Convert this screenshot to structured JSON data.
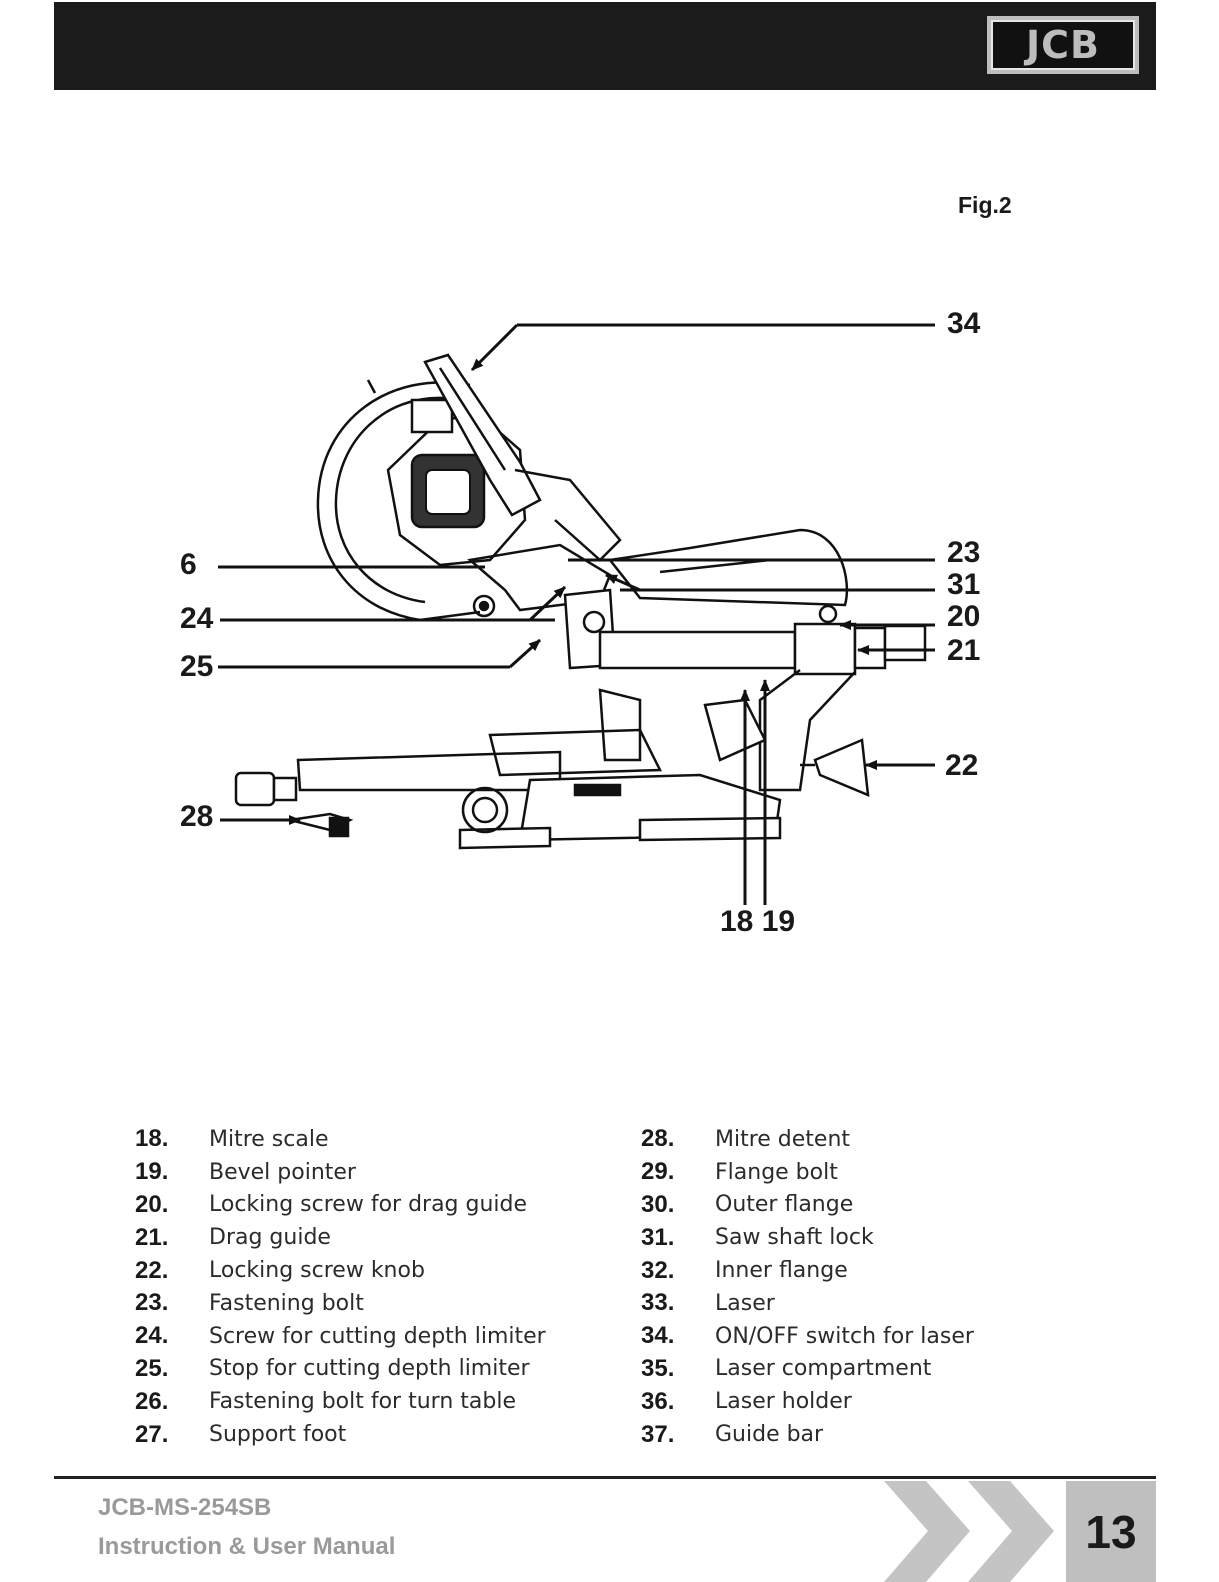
{
  "header": {
    "logo_text": "JCB",
    "bar_color": "#1b1b1b"
  },
  "figure": {
    "label": "Fig.2",
    "callouts": {
      "c34": "34",
      "c6": "6",
      "c24": "24",
      "c25": "25",
      "c23": "23",
      "c31": "31",
      "c20": "20",
      "c21": "21",
      "c22": "22",
      "c28": "28",
      "c18_19": "18 19"
    }
  },
  "legend": {
    "left": [
      {
        "num": "18.",
        "text": "Mitre scale"
      },
      {
        "num": "19.",
        "text": "Bevel pointer"
      },
      {
        "num": "20.",
        "text": "Locking screw for drag guide"
      },
      {
        "num": "21.",
        "text": "Drag guide"
      },
      {
        "num": "22.",
        "text": "Locking screw knob"
      },
      {
        "num": "23.",
        "text": "Fastening bolt"
      },
      {
        "num": "24.",
        "text": "Screw for cutting depth limiter"
      },
      {
        "num": "25.",
        "text": "Stop for cutting depth limiter"
      },
      {
        "num": "26.",
        "text": "Fastening bolt for turn table"
      },
      {
        "num": "27.",
        "text": "Support foot"
      }
    ],
    "right": [
      {
        "num": "28.",
        "text": "Mitre detent"
      },
      {
        "num": "29.",
        "text": "Flange bolt"
      },
      {
        "num": "30.",
        "text": "Outer flange"
      },
      {
        "num": "31.",
        "text": "Saw shaft lock"
      },
      {
        "num": "32.",
        "text": "Inner flange"
      },
      {
        "num": "33.",
        "text": "Laser"
      },
      {
        "num": "34.",
        "text": "ON/OFF switch for laser"
      },
      {
        "num": "35.",
        "text": "Laser compartment"
      },
      {
        "num": "36.",
        "text": "Laser holder"
      },
      {
        "num": "37.",
        "text": "Guide bar"
      }
    ]
  },
  "footer": {
    "model": "JCB-MS-254SB",
    "title": "Instruction & User Manual",
    "page_number": "13"
  }
}
